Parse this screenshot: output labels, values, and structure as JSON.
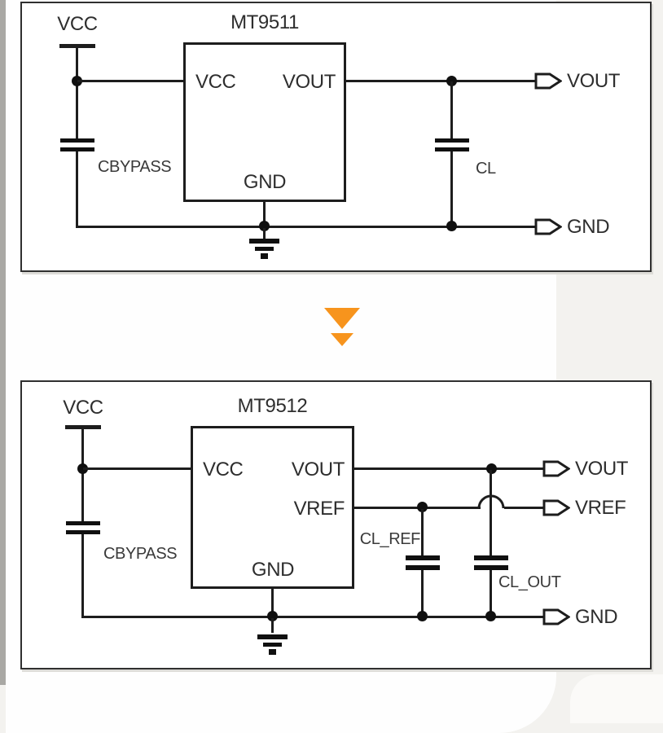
{
  "colors": {
    "accent_orange": "#F7941D",
    "wire_black": "#1d1d1d",
    "frame_border": "#303030",
    "panel_white": "#ffffff",
    "page_background": "#f3f2ef"
  },
  "transition": {
    "arrow_icon": "double-chevron-down"
  },
  "c1": {
    "title": "MT9511",
    "rail": "VCC",
    "pin_vcc": "VCC",
    "pin_vout": "VOUT",
    "pin_gnd": "GND",
    "cap_bypass": "CBYPASS",
    "cap_load": "CL",
    "term_vout": "VOUT",
    "term_gnd": "GND"
  },
  "c2": {
    "title": "MT9512",
    "rail": "VCC",
    "pin_vcc": "VCC",
    "pin_vout": "VOUT",
    "pin_vref": "VREF",
    "pin_gnd": "GND",
    "cap_bypass": "CBYPASS",
    "cap_ref": "CL_REF",
    "cap_out": "CL_OUT",
    "term_vout": "VOUT",
    "term_vref": "VREF",
    "term_gnd": "GND"
  }
}
